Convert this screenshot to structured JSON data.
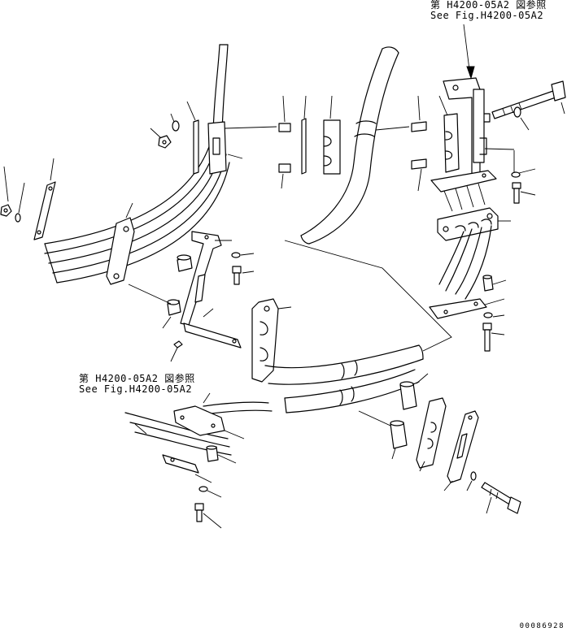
{
  "references": {
    "top": {
      "line1": "第 H4200-05A2 図参照",
      "line2": "See Fig.H4200-05A2"
    },
    "middle": {
      "line1": "第 H4200-05A2 図参照",
      "line2": "See Fig.H4200-05A2"
    }
  },
  "drawing_id": "00086928",
  "colors": {
    "ink": "#000000",
    "paper": "#ffffff"
  }
}
